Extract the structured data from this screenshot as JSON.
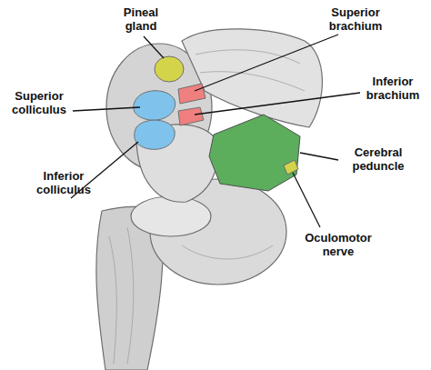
{
  "diagram": {
    "labels": [
      "Pineal gland",
      "Superior brachium",
      "Inferior brachium",
      "Superior colliculus",
      "Cerebral peduncle",
      "Inferior colliculus",
      "Oculomotor nerve"
    ]
  }
}
